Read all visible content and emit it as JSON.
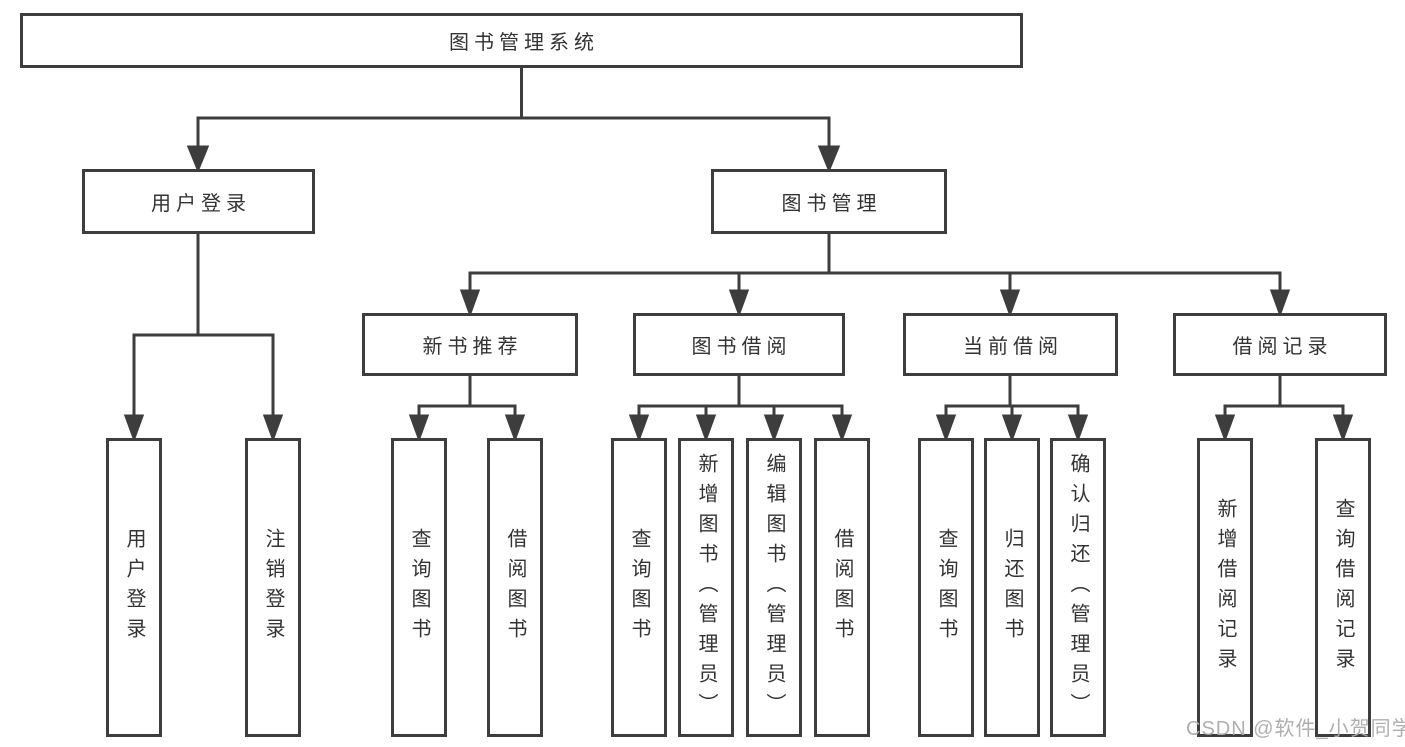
{
  "diagram_title": "图书管理系统",
  "tree": {
    "root_label": "图书管理系统",
    "branches": [
      {
        "label": "用户登录",
        "leaves": [
          {
            "label": "用户登录"
          },
          {
            "label": "注销登录"
          }
        ]
      },
      {
        "label": "图书管理",
        "sections": [
          {
            "label": "新书推荐",
            "leaves": [
              {
                "label": "查询图书"
              },
              {
                "label": "借阅图书"
              }
            ]
          },
          {
            "label": "图书借阅",
            "leaves": [
              {
                "label": "查询图书"
              },
              {
                "label": "新增图书（管理员）"
              },
              {
                "label": "编辑图书（管理员）"
              },
              {
                "label": "借阅图书"
              }
            ]
          },
          {
            "label": "当前借阅",
            "leaves": [
              {
                "label": "查询图书"
              },
              {
                "label": "归还图书"
              },
              {
                "label": "确认归还（管理员）"
              }
            ]
          },
          {
            "label": "借阅记录",
            "leaves": [
              {
                "label": "新增借阅记录"
              },
              {
                "label": "查询借阅记录"
              }
            ]
          }
        ]
      }
    ]
  },
  "watermark": {
    "text": "CSDN @软件_小贺同学",
    "color": "#ababab"
  },
  "colors": {
    "background": "#ffffff",
    "line": "#3d3d3d",
    "box_border": "#3d3d3d",
    "box_background": "#ffffff",
    "text": "#333333"
  }
}
